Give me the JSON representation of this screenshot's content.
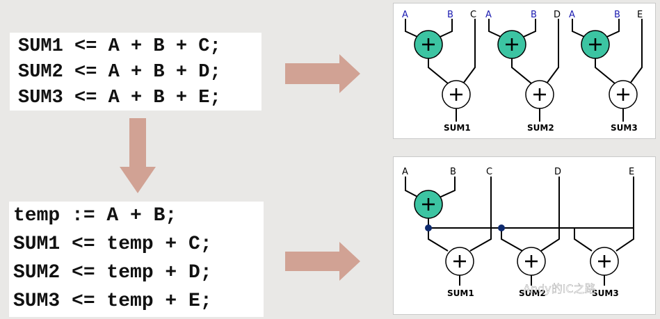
{
  "code_top": {
    "lines": [
      "SUM1 <= A + B + C;",
      "SUM2 <= A + B + D;",
      "SUM3 <= A + B + E;"
    ]
  },
  "code_bottom": {
    "lines": [
      "temp := A + B;",
      "SUM1 <= temp + C;",
      "SUM2 <= temp + D;",
      "SUM3 <= temp + E;"
    ]
  },
  "diagram_top": {
    "groups": [
      {
        "inputs": [
          "A",
          "B",
          "C"
        ],
        "output": "SUM1"
      },
      {
        "inputs": [
          "A",
          "B",
          "D"
        ],
        "output": "SUM2"
      },
      {
        "inputs": [
          "A",
          "B",
          "E"
        ],
        "output": "SUM3"
      }
    ]
  },
  "diagram_bottom": {
    "inputs": [
      "A",
      "B",
      "C",
      "D",
      "E"
    ],
    "outputs": [
      "SUM1",
      "SUM2",
      "SUM3"
    ]
  },
  "watermark": "Andy的IC之路",
  "colors": {
    "arrow": "#d1a294",
    "adder_green": "#3cc4a2",
    "input_blue": "#1a1ab0",
    "node_dot": "#0e2a6e"
  }
}
